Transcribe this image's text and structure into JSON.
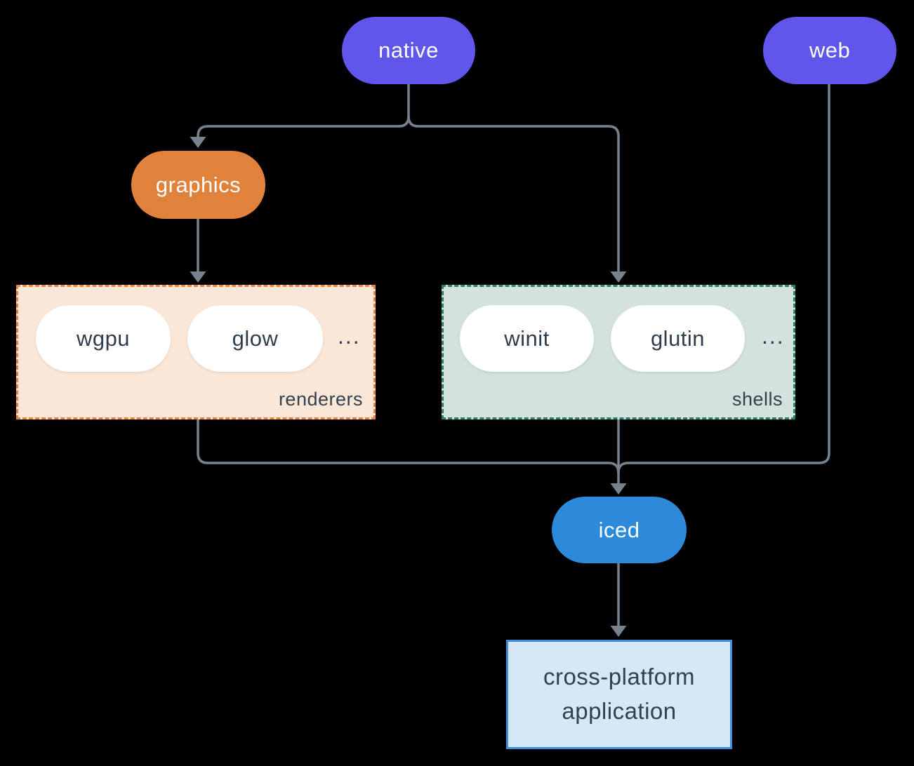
{
  "diagram": {
    "background_color": "#000000",
    "connector_color": "#76828E",
    "nodes": {
      "native": {
        "label": "native",
        "color": "#6156EC",
        "text_color": "#FFFFFF"
      },
      "web": {
        "label": "web",
        "color": "#6156EC",
        "text_color": "#FFFFFF"
      },
      "graphics": {
        "label": "graphics",
        "color": "#E0813C",
        "text_color": "#FFFFFF"
      },
      "iced": {
        "label": "iced",
        "color": "#2D89DA",
        "text_color": "#FFFFFF"
      },
      "application": {
        "label_line1": "cross-platform",
        "label_line2": "application",
        "fill": "#D6E7F7",
        "border": "#3E8EDC",
        "text_color": "#33414E"
      }
    },
    "groups": {
      "renderers": {
        "label": "renderers",
        "fill": "#FAE7D8",
        "border": "#E8823B",
        "items": [
          "wgpu",
          "glow"
        ],
        "ellipsis": "..."
      },
      "shells": {
        "label": "shells",
        "fill": "#D2E2DC",
        "border": "#2E7D6D",
        "items": [
          "winit",
          "glutin"
        ],
        "ellipsis": "..."
      }
    },
    "edges": [
      "native -> graphics",
      "native -> shells",
      "graphics -> renderers",
      "renderers -> iced",
      "shells -> iced",
      "web -> iced",
      "iced -> cross-platform application"
    ]
  }
}
